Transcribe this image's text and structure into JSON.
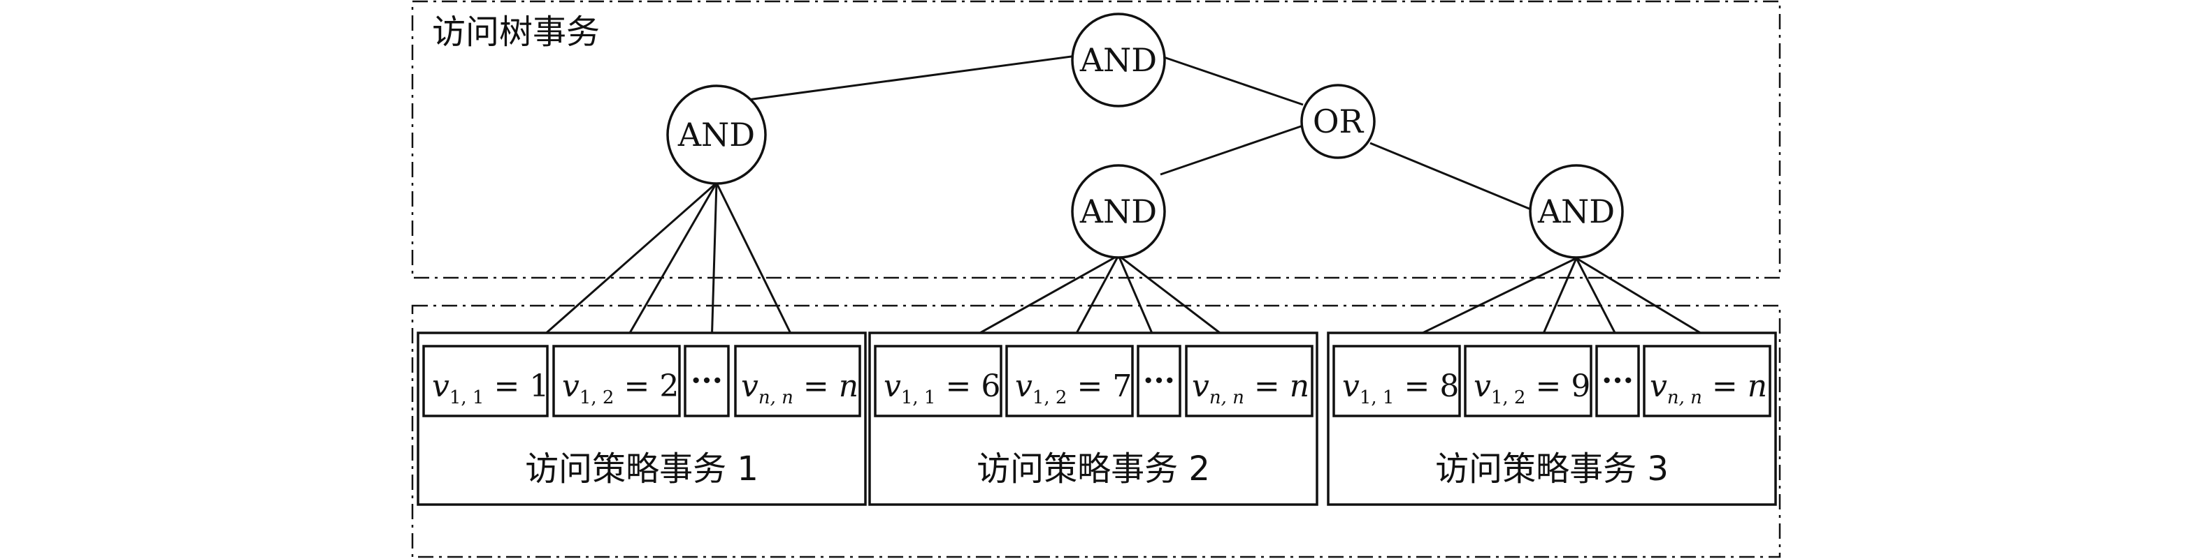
{
  "tree_label": "访问树事务",
  "tree": {
    "root": "AND",
    "left": "AND",
    "or_node": "OR",
    "mid": "AND",
    "right": "AND"
  },
  "groups": [
    {
      "label": "访问策略事务 1",
      "cells": [
        {
          "var": "v",
          "sub": "1, 1",
          "rhs": "1"
        },
        {
          "var": "v",
          "sub": "1, 2",
          "rhs": "2"
        },
        {
          "ellipsis": "···"
        },
        {
          "var": "v",
          "sub": "n, n",
          "rhs": "n",
          "italic_rhs": true
        }
      ]
    },
    {
      "label": "访问策略事务 2",
      "cells": [
        {
          "var": "v",
          "sub": "1, 1",
          "rhs": "6"
        },
        {
          "var": "v",
          "sub": "1, 2",
          "rhs": "7"
        },
        {
          "ellipsis": "···"
        },
        {
          "var": "v",
          "sub": "n, n",
          "rhs": "n",
          "italic_rhs": true
        }
      ]
    },
    {
      "label": "访问策略事务 3",
      "cells": [
        {
          "var": "v",
          "sub": "1, 1",
          "rhs": "8"
        },
        {
          "var": "v",
          "sub": "1, 2",
          "rhs": "9"
        },
        {
          "ellipsis": "···"
        },
        {
          "var": "v",
          "sub": "n, n",
          "rhs": "n",
          "italic_rhs": true
        }
      ]
    }
  ]
}
